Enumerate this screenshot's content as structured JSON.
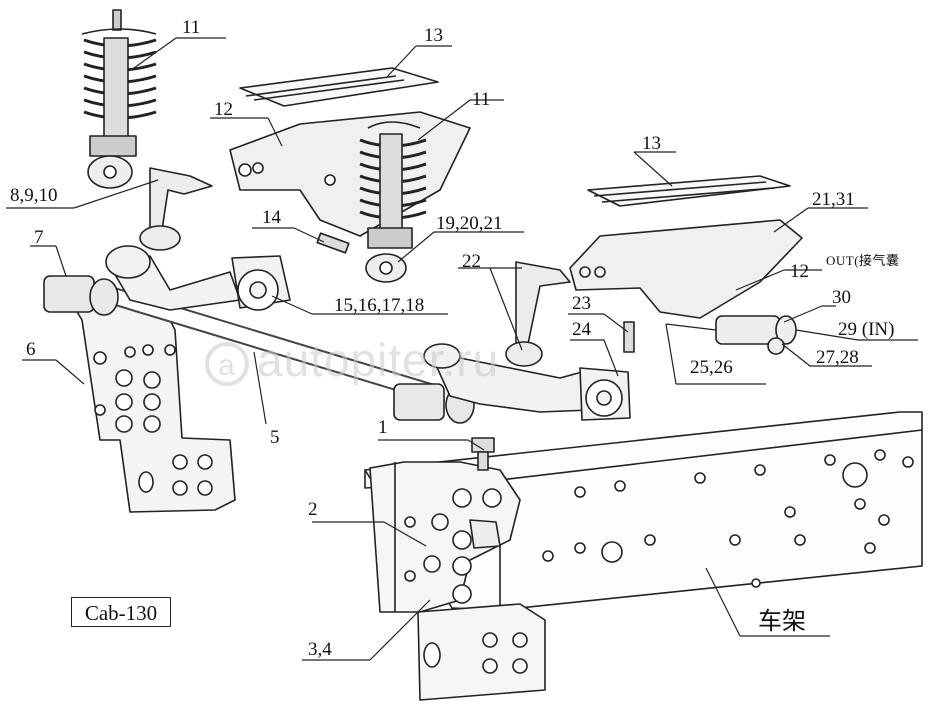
{
  "diagram": {
    "code": "Cab-130",
    "watermark": {
      "badge": "a",
      "text": "autopiter.ru"
    },
    "callouts": {
      "c11a": "11",
      "c13a": "13",
      "c12a": "12",
      "c11b": "11",
      "c8910": "8,9,10",
      "c13b": "13",
      "c2131": "21,31",
      "c14": "14",
      "c192021": "19,20,21",
      "c7": "7",
      "c22": "22",
      "c12b": "12",
      "c_out": "OUT(接气囊",
      "c30": "30",
      "c15161718": "15,16,17,18",
      "c23": "23",
      "c29": "29 (IN)",
      "c24": "24",
      "c6": "6",
      "c2728": "27,28",
      "c2526": "25,26",
      "c5": "5",
      "c1": "1",
      "c2": "2",
      "c34": "3,4",
      "c_frame": "车架"
    }
  }
}
